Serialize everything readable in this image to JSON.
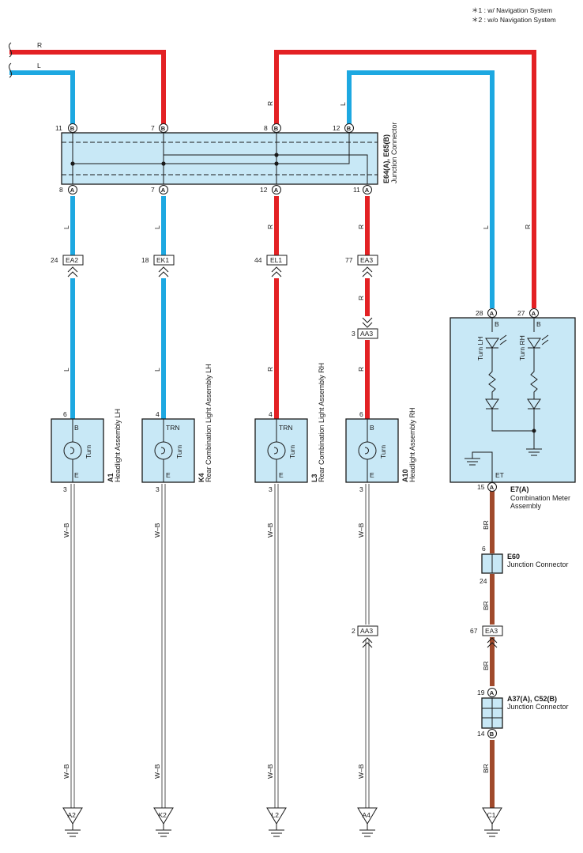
{
  "notes": [
    "＊1 : w/ Navigation System",
    "＊2 : w/o Navigation System"
  ],
  "wire_colors": {
    "R": "#e32124",
    "L": "#1da8e1",
    "BR": "#a04a2c",
    "W-B": "#555555"
  },
  "top_wires": {
    "red_label": "R",
    "blue_label": "L"
  },
  "wire_labels": {
    "R": "R",
    "L": "L",
    "BR": "BR",
    "WB": "W–B"
  },
  "junction_top": {
    "name": "E64(A), E65(B)",
    "desc": "Junction Connector",
    "top_pins": [
      {
        "num": "11",
        "letter": "B"
      },
      {
        "num": "7",
        "letter": "B"
      },
      {
        "num": "8",
        "letter": "B"
      },
      {
        "num": "12",
        "letter": "B"
      }
    ],
    "bottom_pins": [
      {
        "num": "8",
        "letter": "A"
      },
      {
        "num": "7",
        "letter": "A"
      },
      {
        "num": "12",
        "letter": "A"
      },
      {
        "num": "11",
        "letter": "A"
      }
    ]
  },
  "connectors": {
    "ea2": {
      "pin": "24",
      "name": "EA2"
    },
    "ek1": {
      "pin": "18",
      "name": "EK1"
    },
    "el1": {
      "pin": "44",
      "name": "EL1"
    },
    "ea3_top": {
      "pin": "77",
      "name": "EA3"
    },
    "aa3_top": {
      "pin": "3",
      "name": "AA3"
    },
    "aa3_bottom": {
      "pin": "2",
      "name": "AA3"
    },
    "ea3_bottom": {
      "pin": "67",
      "name": "EA3"
    }
  },
  "lamps": [
    {
      "code": "A1",
      "desc": "Headlight Assembly LH",
      "top_pin": "6",
      "top_label": "B",
      "bottom_pin": "3",
      "bottom_label": "E",
      "func": "Turn"
    },
    {
      "code": "K4",
      "desc": "Rear Combination Light Assembly LH",
      "top_pin": "4",
      "top_label": "TRN",
      "bottom_pin": "3",
      "bottom_label": "E",
      "func": "Turn"
    },
    {
      "code": "L3",
      "desc": "Rear Combination Light Assembly RH",
      "top_pin": "4",
      "top_label": "TRN",
      "bottom_pin": "3",
      "bottom_label": "E",
      "func": "Turn"
    },
    {
      "code": "A10",
      "desc": "Headlight Assembly RH",
      "top_pin": "6",
      "top_label": "B",
      "bottom_pin": "3",
      "bottom_label": "E",
      "func": "Turn"
    }
  ],
  "meter": {
    "code": "E7(A)",
    "desc_line1": "Combination Meter",
    "desc_line2": "Assembly",
    "pin_lh": {
      "num": "28",
      "letter": "A",
      "label": "B",
      "lamp": "Turn LH"
    },
    "pin_rh": {
      "num": "27",
      "letter": "A",
      "label": "B",
      "lamp": "Turn RH"
    },
    "ground": {
      "num": "15",
      "letter": "A",
      "label": "ET"
    }
  },
  "e60": {
    "name": "E60",
    "desc": "Junction Connector",
    "pin_top": "6",
    "pin_bottom": "24"
  },
  "a37": {
    "name": "A37(A), C52(B)",
    "desc": "Junction Connector",
    "pin_top": {
      "num": "19",
      "letter": "A"
    },
    "pin_bottom": {
      "num": "14",
      "letter": "B"
    }
  },
  "grounds": [
    "A2",
    "K2",
    "L2",
    "A4",
    "C1"
  ]
}
